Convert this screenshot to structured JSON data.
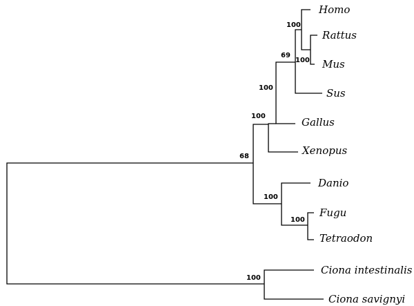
{
  "taxa": {
    "homo": "Homo",
    "rattus": "Rattus",
    "mus": "Mus",
    "sus": "Sus",
    "gallus": "Gallus",
    "xenopus": "Xenopus",
    "danio": "Danio",
    "fugu": "Fugu",
    "tetraodon": "Tetraodon",
    "ciona_intestinalis": "Ciona intestinalis",
    "ciona_savignyi": "Ciona savignyi"
  },
  "support": {
    "homo_rodents": "100",
    "rattus_mus": "100",
    "mammals": "69",
    "amniotes": "100",
    "tetrapods": "100",
    "vertebrates": "68",
    "fish": "100",
    "fugu_tetraodon": "100",
    "ciona": "100"
  }
}
